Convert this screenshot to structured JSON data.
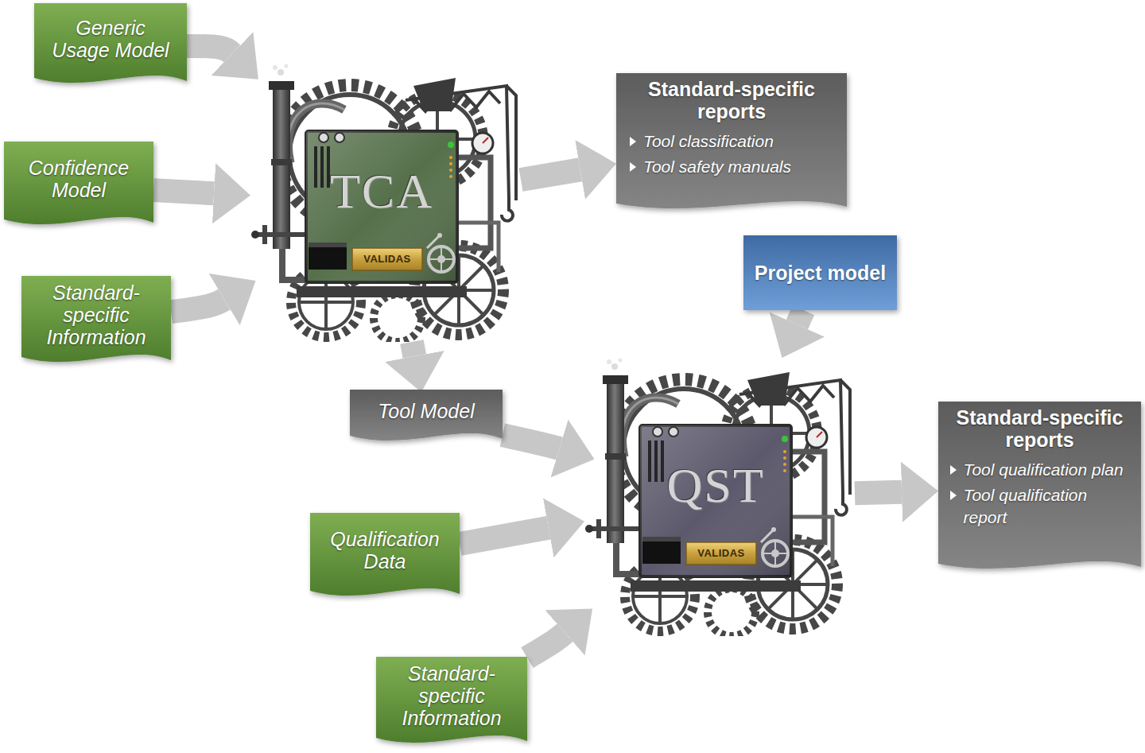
{
  "diagram": {
    "nodes": [
      {
        "text": [
          "Generic Usage Model"
        ]
      },
      {
        "text": [
          "Confidence Model"
        ]
      },
      {
        "text": [
          "Standard-specific Information"
        ]
      },
      {
        "text": [
          "TCA"
        ]
      },
      {
        "text": [
          "Standard-specific reports",
          "Tool classification",
          "Tool safety manuals"
        ]
      },
      {
        "text": [
          "Project model"
        ]
      },
      {
        "text": [
          "Tool Model"
        ]
      },
      {
        "text": [
          "QST"
        ]
      },
      {
        "text": [
          "Qualification Data"
        ]
      },
      {
        "text": [
          "Standard-specific Information"
        ]
      },
      {
        "text": [
          "Standard-specific reports",
          "Tool qualification plan",
          "Tool qualification report"
        ]
      }
    ],
    "edges": [
      {
        "from": 0,
        "to": 3,
        "arrow": "to"
      },
      {
        "from": 1,
        "to": 3,
        "arrow": "to"
      },
      {
        "from": 2,
        "to": 3,
        "arrow": "to"
      },
      {
        "from": 3,
        "to": 4,
        "arrow": "to"
      },
      {
        "from": 3,
        "to": 6,
        "arrow": "to"
      },
      {
        "from": 5,
        "to": 7,
        "arrow": "to"
      },
      {
        "from": 6,
        "to": 7,
        "arrow": "to"
      },
      {
        "from": 8,
        "to": 7,
        "arrow": "to"
      },
      {
        "from": 9,
        "to": 7,
        "arrow": "to"
      },
      {
        "from": 7,
        "to": 10,
        "arrow": "to"
      }
    ],
    "labels": [
      "VALIDAS",
      "VALIDAS"
    ]
  }
}
